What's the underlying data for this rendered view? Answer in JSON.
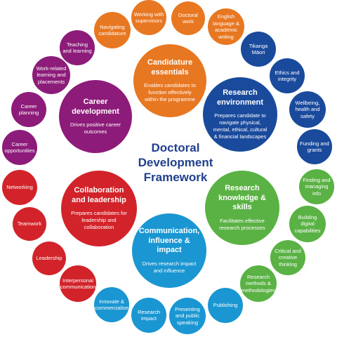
{
  "title_lines": [
    "Doctoral",
    "Development",
    "Framework"
  ],
  "colors": {
    "orange": "#e87722",
    "navy": "#1a4a9c",
    "green": "#5ab244",
    "teal": "#1a96d2",
    "red": "#d2232a",
    "purple": "#8c1b79",
    "title": "#1f3f8f"
  },
  "domains": {
    "candidature": {
      "heading": "Candidature essentials",
      "description": "Enables candidates to function effectively within the programme",
      "items": [
        "Navigating candidature",
        "Working with supervisors",
        "Doctoral work",
        "English language & academic writing"
      ]
    },
    "research_environment": {
      "heading": "Research environment",
      "description": "Prepares candidate to navigate physical, mental, ethical, cultural & financial landscapes",
      "items": [
        "Tikanga Māori",
        "Ethics and integrity",
        "Wellbeing, health and safety",
        "Funding and grants"
      ]
    },
    "research_knowledge": {
      "heading": "Research knowledge & skills",
      "description": "Facilitates effective research processes",
      "items": [
        "Finding and managing info",
        "Building digital capabilities",
        "Critical and creative thinking",
        "Research methods & methodologies"
      ]
    },
    "communication": {
      "heading": "Communication, influence & impact",
      "description": "Drives research impact and influence",
      "items": [
        "Publishing",
        "Presenting and public speaking",
        "Research impact",
        "Innovate & commercialise"
      ]
    },
    "collaboration": {
      "heading": "Collaboration and leadership",
      "description": "Prepares candidates for leadership and collaboration",
      "items": [
        "Interpersonal communication",
        "Leadership",
        "Teamwork",
        "Networking"
      ]
    },
    "career": {
      "heading": "Career development",
      "description": "Drives positive career outcomes",
      "items": [
        "Career opportunities",
        "Career planning",
        "Work-related learning and placements",
        "Teaching and learning"
      ]
    }
  }
}
